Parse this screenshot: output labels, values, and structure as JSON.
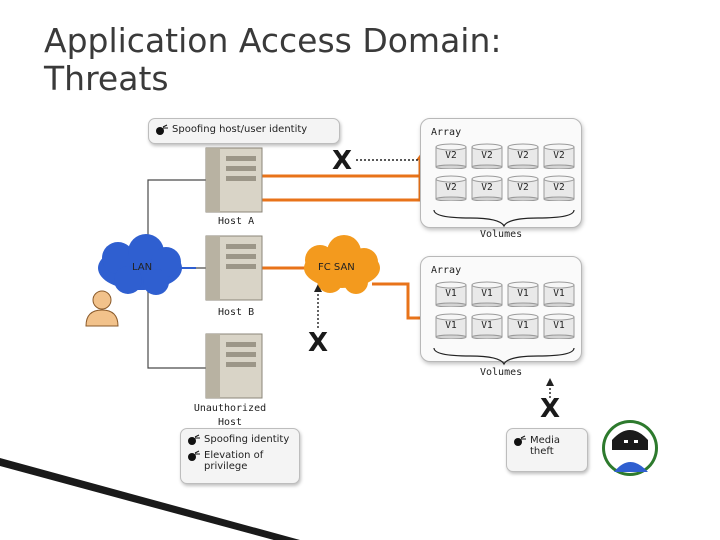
{
  "title": {
    "line1": "Application Access Domain:",
    "line2": "Threats"
  },
  "callouts": {
    "host_a": "Spoofing host/user identity",
    "unauth_1": "Spoofing identity",
    "unauth_2": "Elevation of privilege",
    "media": "Media theft"
  },
  "hosts": {
    "a": "Host A",
    "b": "Host B",
    "unauth": "Unauthorized Host"
  },
  "networks": {
    "lan": "LAN",
    "fc_san": "FC SAN"
  },
  "arrays": {
    "top": {
      "label": "Array",
      "volumes_label": "Volumes",
      "disks": [
        "V2",
        "V2",
        "V2",
        "V2",
        "V2",
        "V2",
        "V2",
        "V2"
      ]
    },
    "bottom": {
      "label": "Array",
      "volumes_label": "Volumes",
      "disks": [
        "V1",
        "V1",
        "V1",
        "V1",
        "V1",
        "V1",
        "V1",
        "V1"
      ]
    }
  },
  "block_marker": "X",
  "colors": {
    "fc_link": "#e8731a",
    "lan_link": "#4a4a4a",
    "cloud_blue": "#2f5fd0",
    "cloud_orange": "#f39a1e",
    "callout_bg": "#f4f4f4"
  }
}
